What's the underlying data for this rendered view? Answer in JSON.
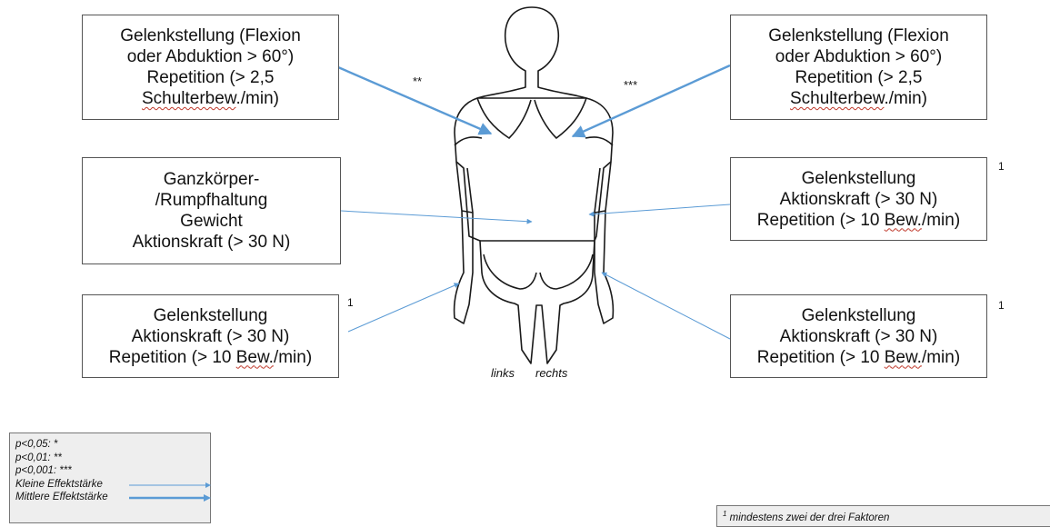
{
  "boxes": {
    "left_shoulder": {
      "lines": [
        "Gelenkstellung (Flexion",
        "oder Abduktion > 60°)",
        "Repetition (> 2,5"
      ],
      "last_line_a": "Schulterbew",
      "last_line_b": "./min)"
    },
    "right_shoulder": {
      "lines": [
        "Gelenkstellung (Flexion",
        "oder Abduktion > 60°)",
        "Repetition (> 2,5"
      ],
      "last_line_a": "Schulterbew",
      "last_line_b": "./min)"
    },
    "trunk": {
      "lines": [
        "Ganzkörper-",
        "/Rumpfhaltung",
        "Gewicht",
        "Aktionskraft (> 30 N)"
      ]
    },
    "right_elbow": {
      "lines": [
        "Gelenkstellung",
        "Aktionskraft (> 30 N)"
      ],
      "last_line_a": "Repetition (> 10 ",
      "last_line_b": "Bew.",
      "last_line_c": "/min)"
    },
    "left_hand": {
      "lines": [
        "Gelenkstellung",
        "Aktionskraft (> 30 N)"
      ],
      "last_line_a": "Repetition (> 10 ",
      "last_line_b": "Bew.",
      "last_line_c": "/min)"
    },
    "right_hand": {
      "lines": [
        "Gelenkstellung",
        "Aktionskraft (> 30 N)"
      ],
      "last_line_a": "Repetition (> 10 ",
      "last_line_b": "Bew.",
      "last_line_c": "/min)"
    }
  },
  "significance": {
    "left_shoulder": "**",
    "right_shoulder": "***"
  },
  "superscripts": {
    "right_elbow": "1",
    "left_hand": "1",
    "right_hand": "1"
  },
  "side_labels": {
    "left": "links",
    "right": "rechts"
  },
  "legend": {
    "p05": "p<0,05: *",
    "p01": "p<0,01: **",
    "p001": "p<0,001: ***",
    "small_effect": "Kleine Effektstärke",
    "medium_effect": "Mittlere Effektstärke"
  },
  "footnote": {
    "sup": "1",
    "text": " mindestens zwei der drei Faktoren"
  },
  "colors": {
    "arrow": "#5b9bd5",
    "box_border": "#555555",
    "legend_bg": "#eeeeee"
  }
}
